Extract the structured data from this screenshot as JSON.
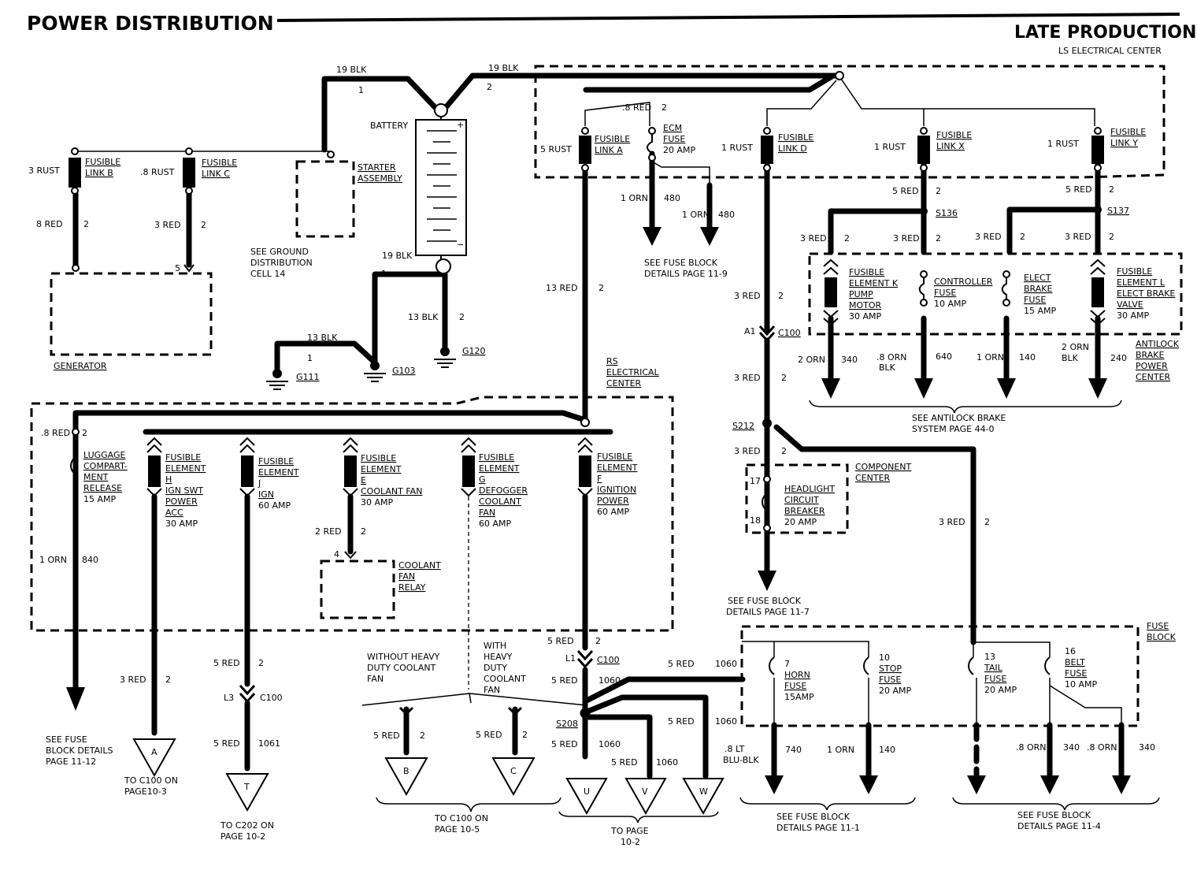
{
  "title": "POWER DISTRIBUTION",
  "subtitle": "LATE PRODUCTION",
  "ls_center": "LS ELECTRICAL CENTER",
  "rs_center": [
    "RS",
    "ELECTRICAL",
    "CENTER"
  ],
  "fuse_block_title": [
    "FUSE",
    "BLOCK"
  ],
  "battery": "BATTERY",
  "starter": [
    "STARTER",
    "ASSEMBLY"
  ],
  "see_ground": [
    "SEE GROUND",
    "DISTRIBUTION",
    "CELL 14"
  ],
  "generator": "GENERATOR",
  "grounds": {
    "g111": "G111",
    "g103": "G103",
    "g120": "G120"
  },
  "wires": {
    "blk19": "19 BLK",
    "blk13": "13 BLK",
    "rust3": "3 RUST",
    "rust08": ".8 RUST",
    "rust5": "5 RUST",
    "rust1": "1 RUST",
    "red8": "8 RED",
    "red3": "3 RED",
    "red08": ".8 RED",
    "red5": "5 RED",
    "red13": "13 RED",
    "red2": "2 RED",
    "orn1": "1 ORN",
    "orn2": "2 ORN",
    "orn08": ".8 ORN",
    "orn08blk": [
      ".8 ORN",
      "BLK"
    ],
    "orn2blk": [
      "2 ORN",
      "BLK"
    ],
    "ltblu": [
      ".8 LT",
      "BLU-BLK"
    ]
  },
  "circuits": [
    "1",
    "2",
    "480",
    "840",
    "340",
    "640",
    "140",
    "240",
    "1060",
    "1061",
    "740",
    "5",
    "4",
    "17",
    "18"
  ],
  "fusible_links": {
    "b": [
      "FUSIBLE",
      "LINK B"
    ],
    "c": [
      "FUSIBLE",
      "LINK C"
    ],
    "a": [
      "FUSIBLE",
      "LINK A"
    ],
    "d": [
      "FUSIBLE",
      "LINK D"
    ],
    "x": [
      "FUSIBLE",
      "LINK X"
    ],
    "y": [
      "FUSIBLE",
      "LINK Y"
    ]
  },
  "ecm_fuse": [
    "ECM",
    "FUSE",
    "20 AMP"
  ],
  "see_fuse_block_11_9": [
    "SEE FUSE BLOCK",
    "DETAILS PAGE 11-9"
  ],
  "abs": {
    "k": [
      "FUSIBLE",
      "ELEMENT K",
      "PUMP",
      "MOTOR",
      "30 AMP"
    ],
    "ctrl": [
      "CONTROLLER",
      "FUSE",
      "10 AMP"
    ],
    "elect": [
      "ELECT",
      "BRAKE",
      "FUSE",
      "15 AMP"
    ],
    "l": [
      "FUSIBLE",
      "ELEMENT L",
      "ELECT BRAKE",
      "VALVE",
      "30 AMP"
    ],
    "center": [
      "ANTILOCK",
      "BRAKE",
      "POWER",
      "CENTER"
    ],
    "see": [
      "SEE ANTILOCK BRAKE",
      "SYSTEM PAGE 44-0"
    ]
  },
  "splices": {
    "s136": "S136",
    "s137": "S137",
    "s212": "S212",
    "s208": "S208"
  },
  "connectors": {
    "a1": "A1",
    "l1": "L1",
    "l3": "L3",
    "c100": "C100"
  },
  "component_center": [
    "COMPONENT",
    "CENTER"
  ],
  "headlight": [
    "HEADLIGHT",
    "CIRCUIT",
    "BREAKER",
    "20 AMP"
  ],
  "see_fuse_block_11_7": [
    "SEE FUSE BLOCK",
    "DETAILS PAGE 11-7"
  ],
  "rs": {
    "luggage": [
      "LUGGAGE",
      "COMPART-",
      "MENT",
      "RELEASE",
      "15 AMP"
    ],
    "h": [
      "FUSIBLE",
      "ELEMENT",
      "H",
      "IGN SWT",
      "POWER",
      "ACC",
      "30 AMP"
    ],
    "j": [
      "FUSIBLE",
      "ELEMENT",
      "J",
      "IGN",
      "60 AMP"
    ],
    "e": [
      "FUSIBLE",
      "ELEMENT",
      "E",
      "COOLANT  FAN",
      "30 AMP"
    ],
    "g": [
      "FUSIBLE",
      "ELEMENT",
      "G",
      "DEFOGGER",
      "COOLANT",
      "FAN",
      "60 AMP"
    ],
    "f": [
      "FUSIBLE",
      "ELEMENT",
      "F",
      "IGNITION",
      "POWER",
      "60 AMP"
    ],
    "relay": [
      "COOLANT",
      "FAN",
      "RELAY"
    ]
  },
  "fuses": {
    "horn": [
      "7",
      "HORN",
      "FUSE",
      "15AMP"
    ],
    "stop": [
      "10",
      "STOP",
      "FUSE",
      "20 AMP"
    ],
    "tail": [
      "13",
      "TAIL",
      "FUSE",
      "20 AMP"
    ],
    "belt": [
      "16",
      "BELT",
      "FUSE",
      "10 AMP"
    ]
  },
  "without_hd": [
    "WITHOUT HEAVY",
    "DUTY COOLANT",
    "FAN"
  ],
  "with_hd": [
    "WITH",
    "HEAVY",
    "DUTY",
    "COOLANT",
    "FAN"
  ],
  "terminals": [
    "A",
    "T",
    "B",
    "C",
    "U",
    "V",
    "W"
  ],
  "refs": {
    "see_11_12": [
      "SEE FUSE",
      "BLOCK DETAILS",
      "PAGE 11-12"
    ],
    "to_c100_10_3": [
      "TO C100 ON",
      "PAGE10-3"
    ],
    "to_c202": [
      "TO C202 ON",
      "PAGE 10-2"
    ],
    "to_c100_10_5": [
      "TO C100 ON",
      "PAGE 10-5"
    ],
    "to_page_10_2": [
      "TO PAGE",
      "10-2"
    ],
    "see_11_1": [
      "SEE FUSE BLOCK",
      "DETAILS PAGE 11-1"
    ],
    "see_11_4": [
      "SEE FUSE BLOCK",
      "DETAILS PAGE 11-4"
    ]
  }
}
